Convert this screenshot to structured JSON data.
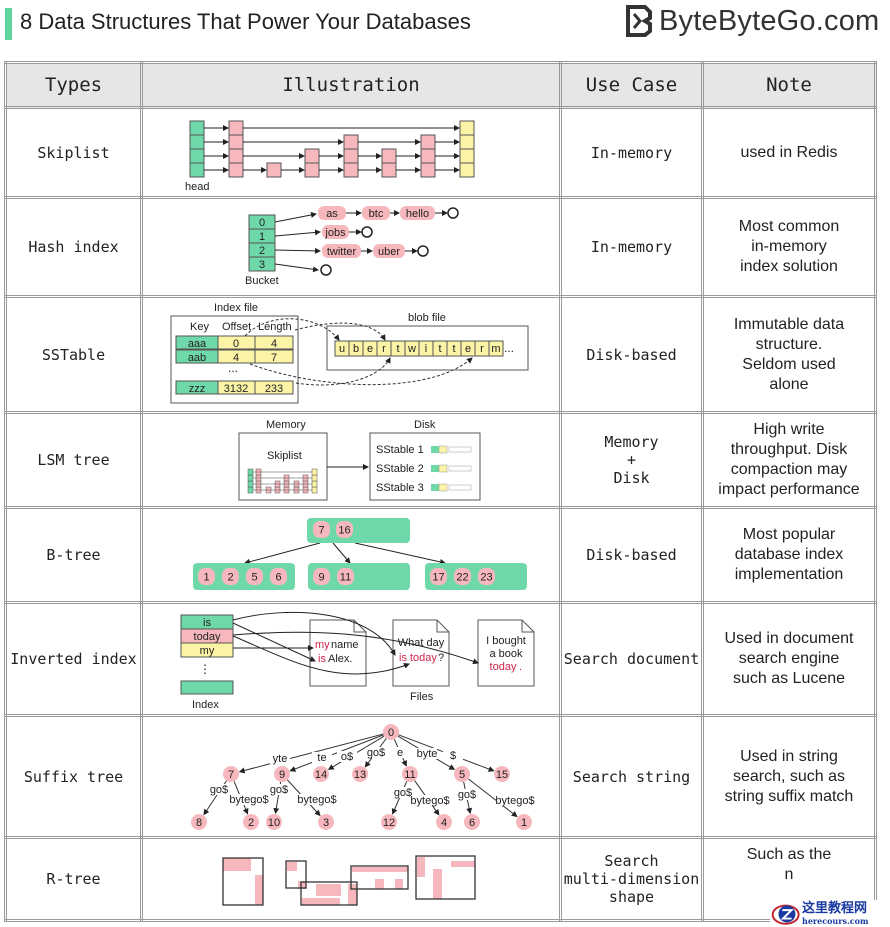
{
  "header": {
    "title": "8 Data Structures That Power Your Databases",
    "brand": "ByteByteGo.com",
    "accent": "#5fd49c"
  },
  "columns": [
    "Types",
    "Illustration",
    "Use Case",
    "Note"
  ],
  "rows": [
    {
      "type": "Skiplist",
      "use_case": "In-memory",
      "note": "used in Redis"
    },
    {
      "type": "Hash index",
      "use_case": "In-memory",
      "note": "Most common\nin-memory\nindex solution"
    },
    {
      "type": "SSTable",
      "use_case": "Disk-based",
      "note": "Immutable data\nstructure.\nSeldom used\nalone"
    },
    {
      "type": "LSM tree",
      "use_case": "Memory\n+\nDisk",
      "note": "High write\nthroughput. Disk\ncompaction may\nimpact performance"
    },
    {
      "type": "B-tree",
      "use_case": "Disk-based",
      "note": "Most popular\ndatabase index\nimplementation"
    },
    {
      "type": "Inverted index",
      "use_case": "Search document",
      "note": "Used in document\nsearch engine\nsuch as Lucene"
    },
    {
      "type": "Suffix tree",
      "use_case": "Search string",
      "note": "Used in string\nsearch, such as\nstring suffix match"
    },
    {
      "type": "R-tree",
      "use_case": "Search\nmulti-dimension\nshape",
      "note": "Such as the\nn"
    }
  ],
  "skiplist": {
    "head_label": "head"
  },
  "hash_index": {
    "buckets": [
      "0",
      "1",
      "2",
      "3"
    ],
    "bucket_label": "Bucket",
    "chains": [
      [
        "as",
        "btc",
        "hello"
      ],
      [
        "jobs"
      ],
      [
        "twitter",
        "uber"
      ],
      []
    ]
  },
  "sstable": {
    "index_label": "Index file",
    "blob_label": "blob file",
    "headers": [
      "Key",
      "Offset",
      "Length"
    ],
    "entries": [
      [
        "aaa",
        "0",
        "4"
      ],
      [
        "aab",
        "4",
        "7"
      ],
      [
        "zzz",
        "3132",
        "233"
      ]
    ],
    "ellipsis": "...",
    "blob": [
      "u",
      "b",
      "e",
      "r",
      "t",
      "w",
      "i",
      "t",
      "t",
      "e",
      "r",
      "m"
    ],
    "blob_more": "..."
  },
  "lsm": {
    "memory_label": "Memory",
    "disk_label": "Disk",
    "skiplist_label": "Skiplist",
    "sstables": [
      "SStable 1",
      "SStable 2",
      "SStable 3"
    ]
  },
  "btree": {
    "root": [
      "7",
      "16"
    ],
    "leaves": [
      [
        "1",
        "2",
        "5",
        "6"
      ],
      [
        "9",
        "11"
      ],
      [
        "17",
        "22",
        "23"
      ]
    ]
  },
  "inverted": {
    "terms": [
      "is",
      "today",
      "my"
    ],
    "index_label": "Index",
    "files_label": "Files",
    "docs": [
      [
        "my",
        " name",
        "is",
        " Alex."
      ],
      [
        "What day",
        "",
        "is today",
        "?"
      ],
      [
        "I bought",
        "a book",
        "today",
        "."
      ]
    ]
  },
  "suffix_tree": {
    "nodes": [
      "0",
      "7",
      "9",
      "14",
      "13",
      "11",
      "5",
      "15",
      "8",
      "2",
      "10",
      "3",
      "12",
      "4",
      "6",
      "1"
    ],
    "edge_labels": [
      "yte",
      "te",
      "o$",
      "go$",
      "e",
      "byte",
      "$",
      "go$",
      "bytego$",
      "go$",
      "bytego$",
      "go$",
      "bytego$",
      "go$",
      "bytego$"
    ]
  },
  "watermark": {
    "cn": "这里教程网",
    "en": "herecours.com"
  }
}
